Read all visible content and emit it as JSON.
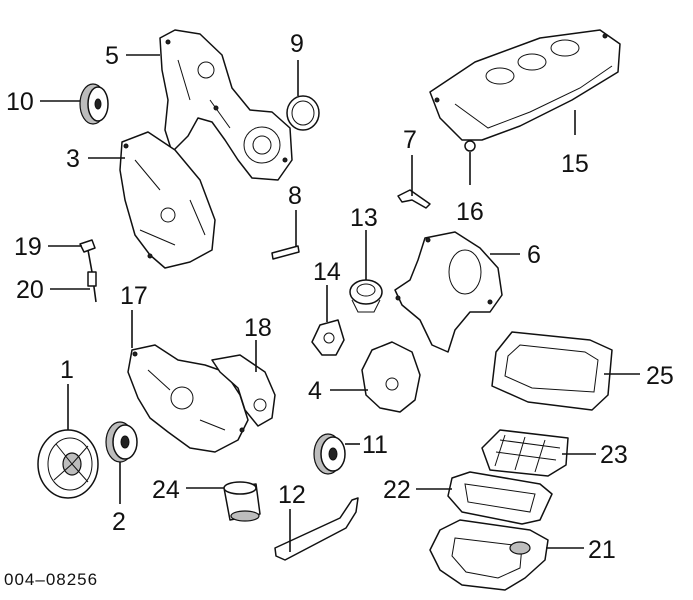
{
  "figure_number": "004–08256",
  "callouts": [
    {
      "id": "1",
      "label": "1"
    },
    {
      "id": "2",
      "label": "2"
    },
    {
      "id": "3",
      "label": "3"
    },
    {
      "id": "4",
      "label": "4"
    },
    {
      "id": "5",
      "label": "5"
    },
    {
      "id": "6",
      "label": "6"
    },
    {
      "id": "7",
      "label": "7"
    },
    {
      "id": "8",
      "label": "8"
    },
    {
      "id": "9",
      "label": "9"
    },
    {
      "id": "10",
      "label": "10"
    },
    {
      "id": "11",
      "label": "11"
    },
    {
      "id": "12",
      "label": "12"
    },
    {
      "id": "13",
      "label": "13"
    },
    {
      "id": "14",
      "label": "14"
    },
    {
      "id": "15",
      "label": "15"
    },
    {
      "id": "16",
      "label": "16"
    },
    {
      "id": "17",
      "label": "17"
    },
    {
      "id": "18",
      "label": "18"
    },
    {
      "id": "19",
      "label": "19"
    },
    {
      "id": "20",
      "label": "20"
    },
    {
      "id": "21",
      "label": "21"
    },
    {
      "id": "22",
      "label": "22"
    },
    {
      "id": "23",
      "label": "23"
    },
    {
      "id": "24",
      "label": "24"
    },
    {
      "id": "25",
      "label": "25"
    }
  ]
}
